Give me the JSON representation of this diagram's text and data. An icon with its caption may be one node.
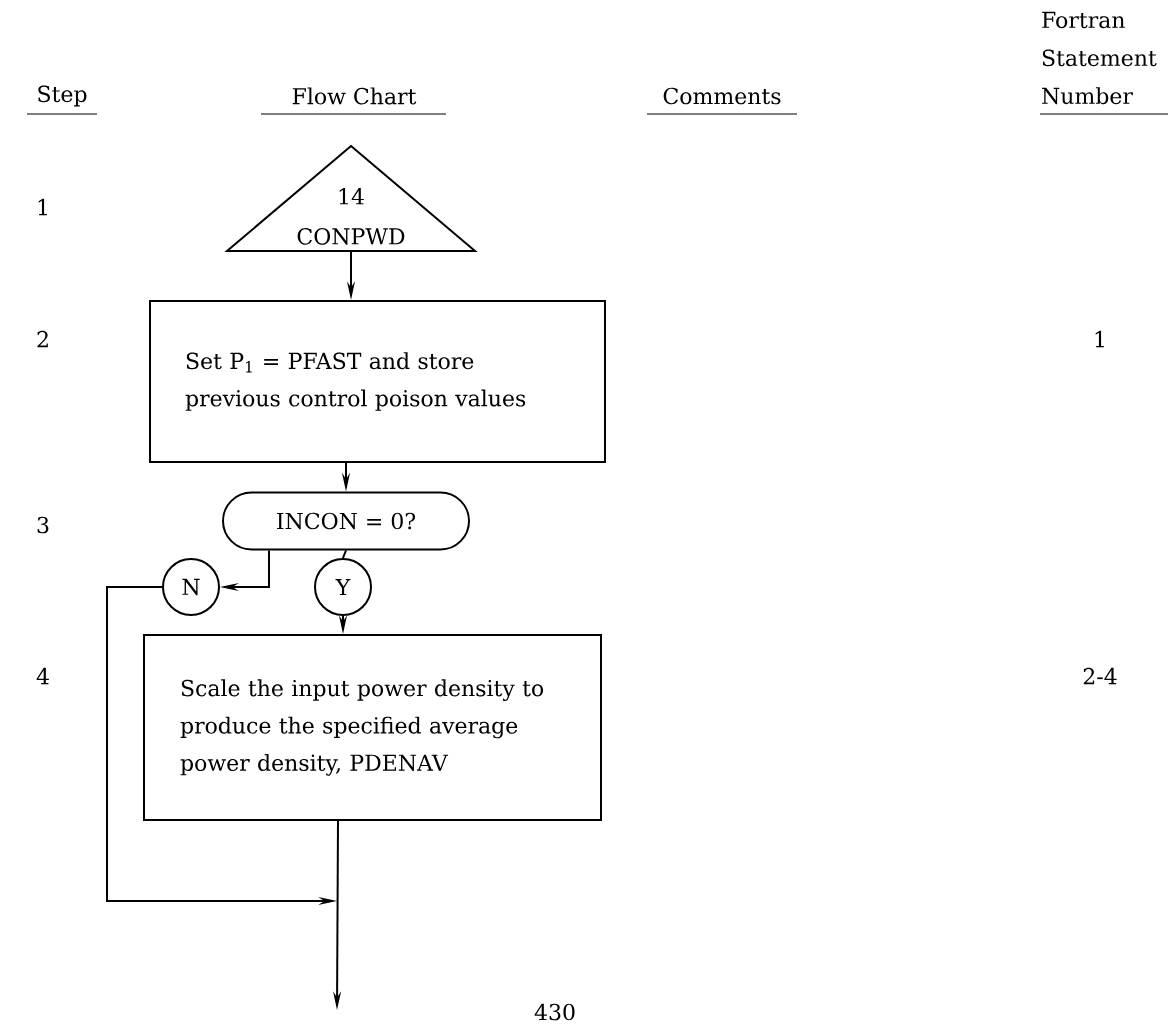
{
  "diagram": {
    "nodes": [
      {
        "text": [
          "14",
          "CONPWD"
        ]
      },
      {
        "text": [
          "Set P$_{1}$ = PFAST and store previous control poison values"
        ]
      },
      {
        "text": [
          "INCON = 0?"
        ]
      },
      {
        "text": [
          "N"
        ]
      },
      {
        "text": [
          "Y"
        ]
      },
      {
        "text": [
          "Scale the input power density to produce the specified average power density, PDENAV"
        ]
      }
    ],
    "edges": [
      {
        "from": 0,
        "to": 1,
        "arrow": "to"
      },
      {
        "from": 1,
        "to": 2,
        "arrow": "to"
      },
      {
        "from": 2,
        "to": 3,
        "arrow": "to"
      },
      {
        "from": 2,
        "to": 4,
        "arrow": "none"
      },
      {
        "from": 4,
        "to": 5,
        "arrow": "to"
      },
      {
        "from": 5,
        "to": null,
        "arrow": "to"
      },
      {
        "from": 3,
        "to": null,
        "arrow": "to"
      }
    ],
    "labels": [
      "Step",
      "Flow Chart",
      "Comments",
      "Fortran Statement Number",
      "1",
      "2",
      "1",
      "3",
      "4",
      "2-4",
      "430"
    ]
  }
}
